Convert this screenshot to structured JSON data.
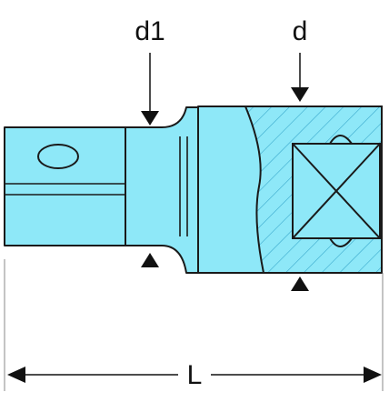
{
  "labels": {
    "d1": "d1",
    "d": "d",
    "L": "L"
  },
  "colors": {
    "part_fill": "#8ee8f8",
    "outline": "#1a1a1a",
    "hatch": "#3aa9cc",
    "dimension": "#111111",
    "background": "#ffffff"
  }
}
